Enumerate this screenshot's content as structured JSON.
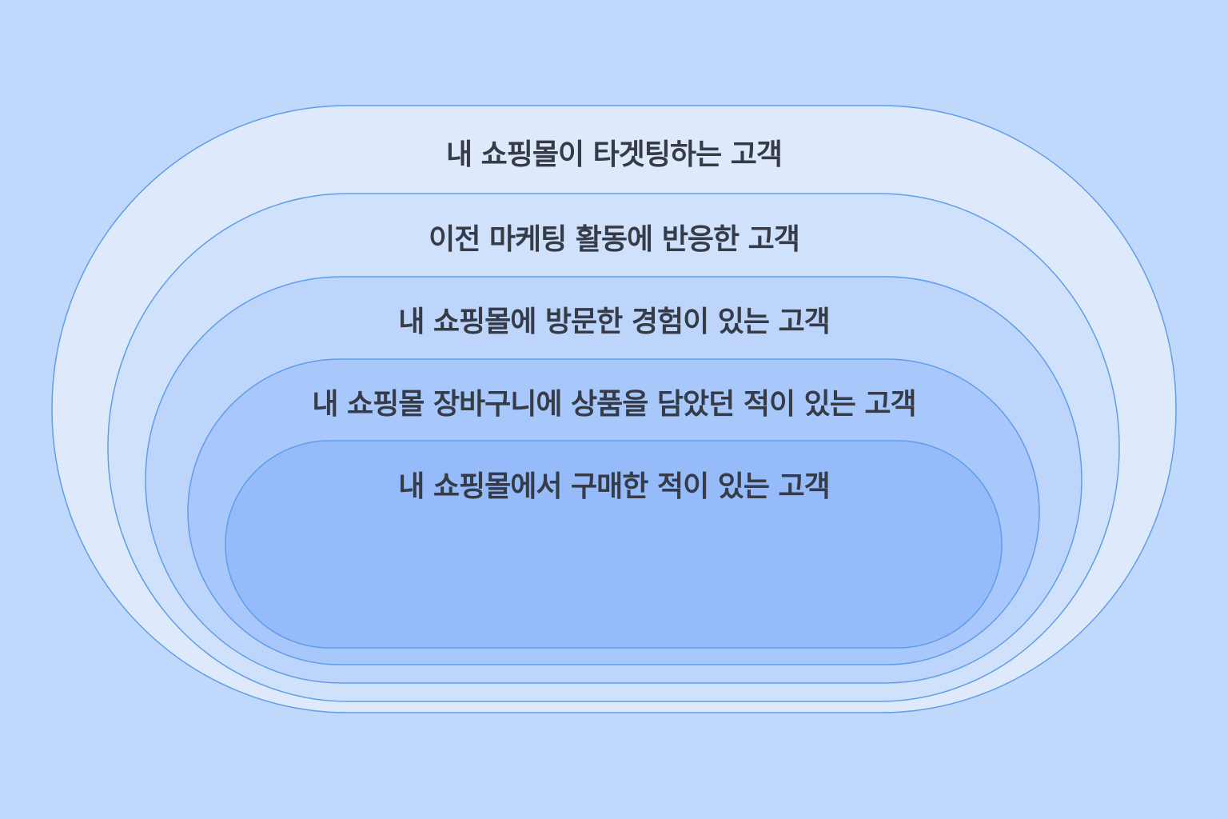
{
  "diagram": {
    "title": "Nested customer segments",
    "colors": {
      "background": "#c0d8fc",
      "stroke": "#5f9de9",
      "text": "#363b48"
    },
    "layers": [
      {
        "label": "내 쇼핑몰이 타겟팅하는 고객",
        "fill": "#deeafc"
      },
      {
        "label": "이전 마케팅 활동에 반응한 고객",
        "fill": "#d0e1fc"
      },
      {
        "label": "내 쇼핑몰에 방문한 경험이 있는 고객",
        "fill": "#bdd5fb"
      },
      {
        "label": "내 쇼핑몰 장바구니에 상품을 담았던 적이 있는 고객",
        "fill": "#a8c8fb"
      },
      {
        "label": "내 쇼핑몰에서 구매한 적이 있는 고객",
        "fill": "#95bbfa"
      }
    ]
  }
}
